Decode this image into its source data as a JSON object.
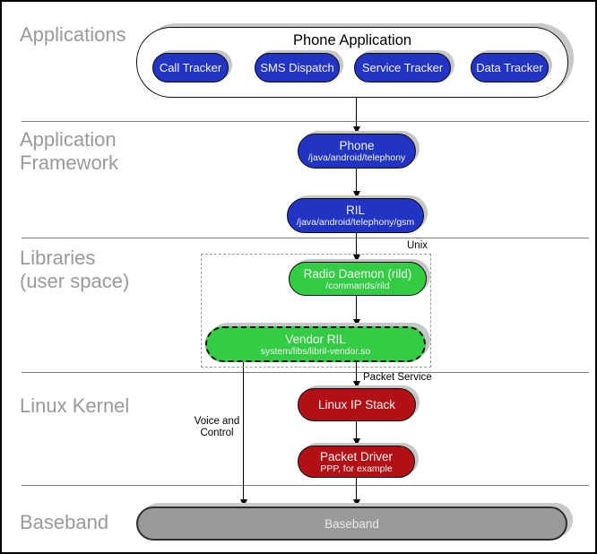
{
  "layers": {
    "applications": {
      "label": "Applications"
    },
    "application_framework": {
      "line1": "Application",
      "line2": "Framework"
    },
    "libraries": {
      "line1": "Libraries",
      "line2": "(user space)"
    },
    "linux_kernel": {
      "label": "Linux Kernel"
    },
    "baseband": {
      "label": "Baseband"
    }
  },
  "phone_application": {
    "title": "Phone Application",
    "apps": [
      {
        "label": "Call Tracker"
      },
      {
        "label": "SMS Dispatch"
      },
      {
        "label": "Service Tracker"
      },
      {
        "label": "Data Tracker"
      }
    ]
  },
  "nodes": {
    "phone": {
      "title": "Phone",
      "subtitle": "/java/android/telephony"
    },
    "ril": {
      "title": "RIL",
      "subtitle": "/java/android/telephony/gsm"
    },
    "radio_daemon": {
      "title": "Radio Daemon (rild)",
      "subtitle": "/commands/rild"
    },
    "vendor_ril": {
      "title": "Vendor RIL",
      "subtitle": "system/libs/libril-vendor.so"
    },
    "linux_ip_stack": {
      "title": "Linux IP Stack"
    },
    "packet_driver": {
      "title": "Packet Driver",
      "subtitle": "PPP, for example"
    },
    "baseband": {
      "title": "Baseband"
    }
  },
  "annotations": {
    "unix": "Unix",
    "voice_and_control": {
      "line1": "Voice and",
      "line2": "Control"
    },
    "packet_service": "Packet Service"
  },
  "colors": {
    "app_blue": "#2134c4",
    "lib_green": "#33cc44",
    "kernel_red": "#b11116",
    "baseband_gray": "#9a9a9a",
    "section_label_gray": "#9a9a9a",
    "shadow_gray": "#c9c9c9"
  }
}
